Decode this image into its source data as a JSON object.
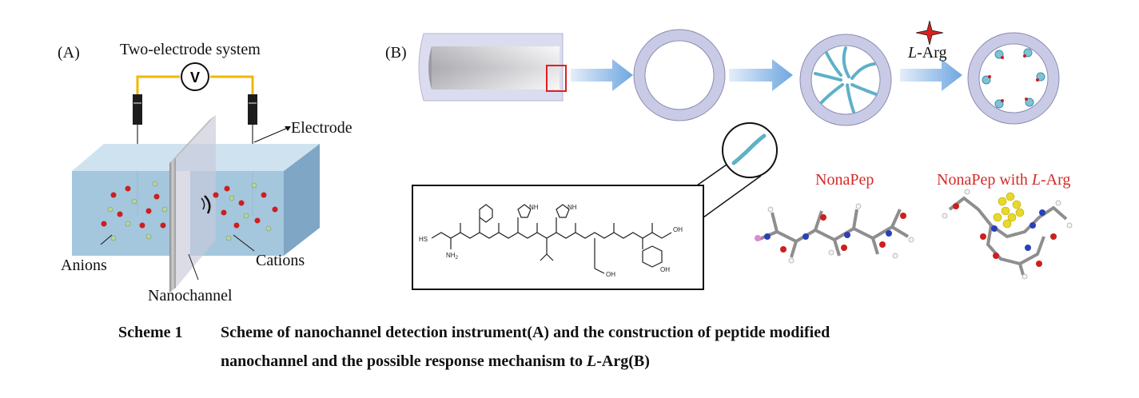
{
  "panel_a": {
    "label": "(A)",
    "system_title": "Two-electrode system",
    "voltmeter_symbol": "V",
    "electrode_label": "Electrode",
    "anions_label": "Anions",
    "cations_label": "Cations",
    "nanochannel_label": "Nanochannel",
    "colors": {
      "solution": "#9fc4dc",
      "wire": "#f0b800",
      "cation": "#cc1f1f",
      "anion": "#a9c98a"
    }
  },
  "panel_b": {
    "label": "(B)",
    "analyte_label_italic": "L",
    "analyte_label_rest": "-Arg",
    "nonapep_label": "NonaPep",
    "nonapep_with_label_prefix": "NonaPep with ",
    "nonapep_with_label_italic": "L",
    "nonapep_with_label_suffix": "-Arg",
    "structure_atom_labels": {
      "sh": "HS",
      "nh2": "NH",
      "nh2_sub": "2",
      "imidazole_1": "NH",
      "imidazole_2": "NH",
      "acid_1": "OH",
      "acid_2": "OH",
      "phenol": "OH"
    },
    "colors": {
      "arrow": "#7fb3e6",
      "ring": "#c9cbe6",
      "highlight_box": "#e02020",
      "label_red": "#d42a2a"
    }
  },
  "caption": {
    "number": "Scheme 1",
    "line1": "Scheme of nanochannel detection instrument(A) and the construction of peptide modified",
    "line2_prefix": "nanochannel and the possible response mechanism to ",
    "line2_italic": "L",
    "line2_suffix": "-Arg(B)"
  }
}
